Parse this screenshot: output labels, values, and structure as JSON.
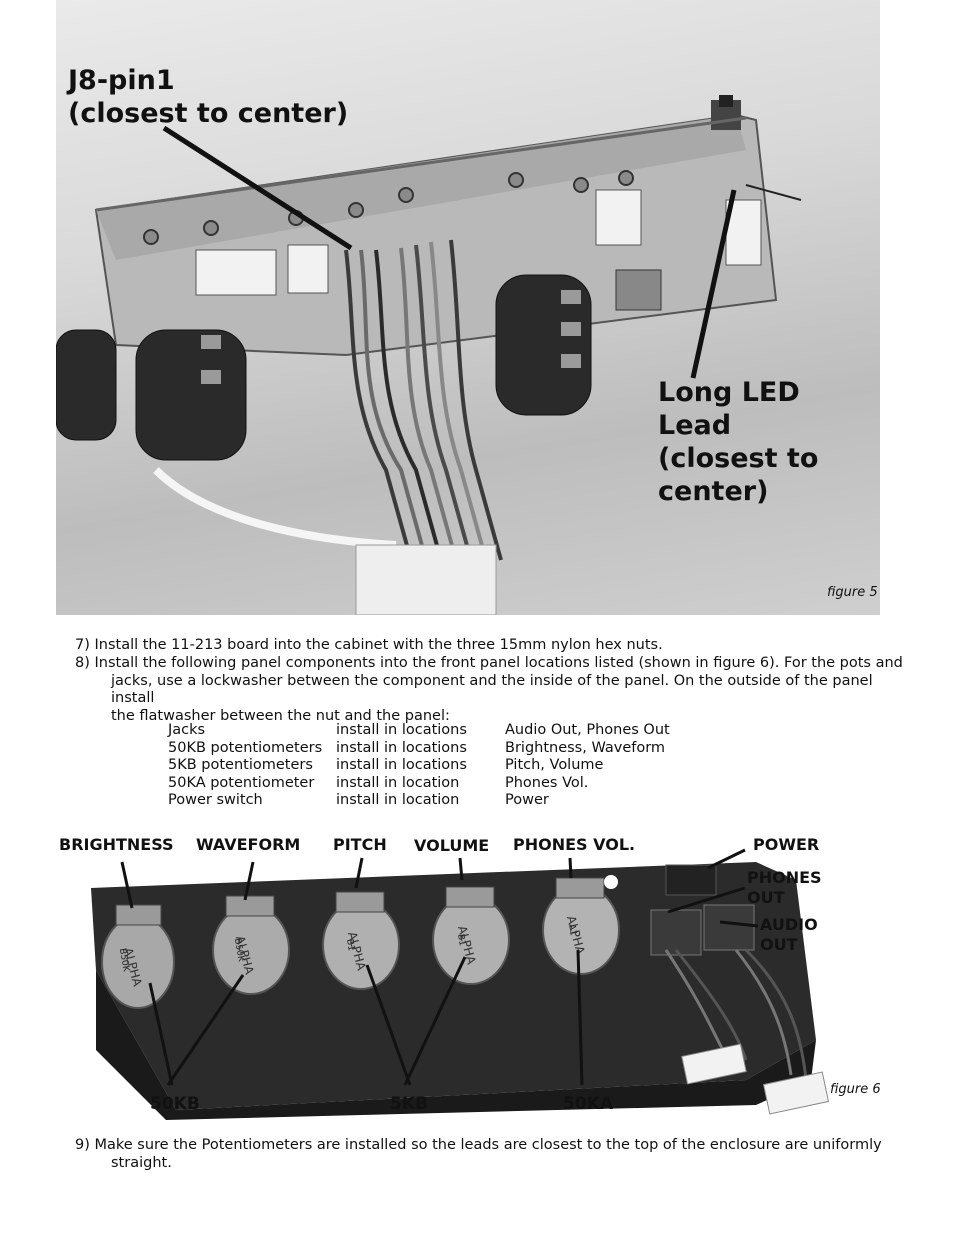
{
  "figure5": {
    "callout_pin": "J8-pin1",
    "callout_pin_sub": "(closest to center)",
    "callout_led": [
      "Long LED",
      "Lead",
      "(closest to",
      "center)"
    ],
    "caption": "figure 5"
  },
  "steps": {
    "step7": "7) Install the 11-213 board into the cabinet with the three 15mm nylon hex nuts.",
    "step8_line1": "8) Install the following panel components into the front panel locations listed (shown in figure 6). For the pots and",
    "step8_line2": "jacks, use a lockwasher between the component and the inside of the panel. On the outside of the panel install",
    "step8_line3": "the flatwasher between the nut and the panel:",
    "step9_line1": "9) Make sure the Potentiometers are installed so the leads are closest to the top of the enclosure are uniformly",
    "step9_line2": "straight."
  },
  "parts_table": [
    [
      "Jacks",
      "install in locations",
      "Audio Out, Phones Out"
    ],
    [
      "50KB potentiometers",
      "install in locations",
      "Brightness, Waveform"
    ],
    [
      "5KB potentiometers",
      "install in locations",
      "Pitch, Volume"
    ],
    [
      "50KA potentiometer",
      "install in location",
      "Phones Vol."
    ],
    [
      "Power switch",
      "install in location",
      "Power"
    ]
  ],
  "figure6": {
    "top_labels": {
      "brightness": "BRIGHTNESS",
      "waveform": "WAVEFORM",
      "pitch": "PITCH",
      "volume": "VOLUME",
      "phones_vol": "PHONES VOL.",
      "power": "POWER",
      "phones_out_1": "PHONES",
      "phones_out_2": "OUT",
      "audio_out_1": "AUDIO",
      "audio_out_2": "OUT"
    },
    "bottom_labels": {
      "b50kb": "50KB",
      "b5kb": "5KB",
      "b50ka": "50KA"
    },
    "pot_marks": [
      "B50K",
      "B50K",
      "B1",
      "B1",
      "A1"
    ],
    "pot_brand": "ALPHA",
    "caption": "figure 6"
  }
}
